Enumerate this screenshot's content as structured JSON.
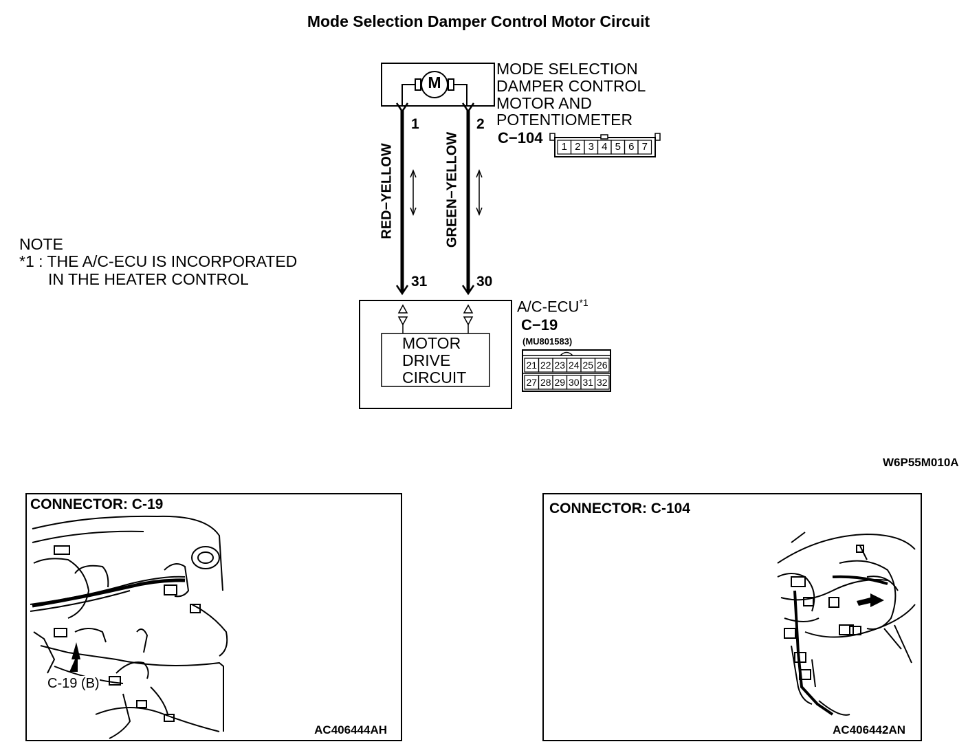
{
  "title": "Mode Selection Damper Control Motor  Circuit",
  "motor": {
    "symbol": "M",
    "name_lines": [
      "MODE SELECTION",
      "DAMPER CONTROL",
      "MOTOR AND",
      "POTENTIOMETER"
    ],
    "connector_id": "C−104",
    "pin_left": "1",
    "pin_right": "2",
    "connector_pins": [
      "1",
      "2",
      "3",
      "4",
      "5",
      "6",
      "7"
    ]
  },
  "wires": {
    "left_color": "RED−YELLOW",
    "right_color": "GREEN−YELLOW"
  },
  "ecu": {
    "name": "A/C-ECU",
    "superscript": "*1",
    "connector_id": "C−19",
    "part_number": "(MU801583)",
    "pin_left": "31",
    "pin_right": "30",
    "inner_lines": [
      "MOTOR",
      "DRIVE",
      "CIRCUIT"
    ],
    "connector_top_pins": [
      "21",
      "22",
      "23",
      "24",
      "25",
      "26"
    ],
    "connector_bottom_pins": [
      "27",
      "28",
      "29",
      "30",
      "31",
      "32"
    ]
  },
  "note": {
    "heading": "NOTE",
    "marker": "*1",
    "line1": " : THE A/C-ECU IS INCORPORATED",
    "line2": "IN THE HEATER CONTROL"
  },
  "figure_code": "W6P55M010A",
  "panels": [
    {
      "title": "CONNECTOR: C-19",
      "callout": "C-19 (B)",
      "code": "AC406444AH"
    },
    {
      "title": "CONNECTOR: C-104",
      "code": "AC406442AN"
    }
  ],
  "colors": {
    "ink": "#000000",
    "paper": "#ffffff"
  }
}
